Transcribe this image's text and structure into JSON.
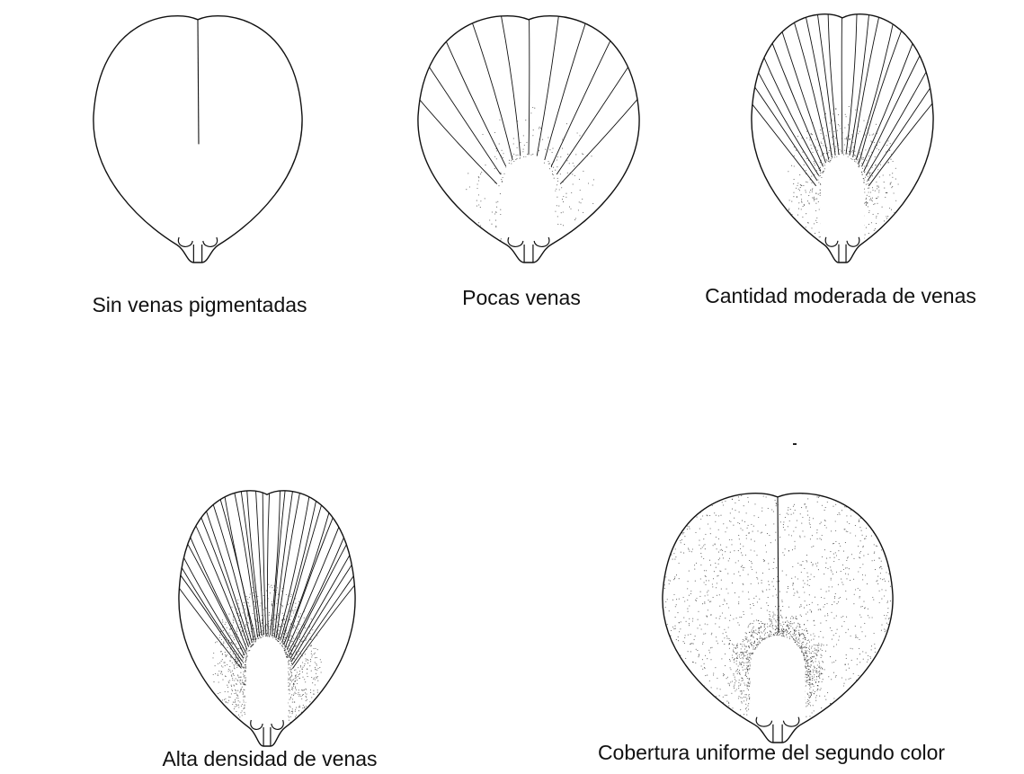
{
  "figure": {
    "panels": [
      {
        "id": "sin-venas",
        "label": "Sin venas pigmentadas",
        "vein_density": 0,
        "shading": 0,
        "midrib": true,
        "window": false
      },
      {
        "id": "pocas-venas",
        "label": "Pocas venas",
        "vein_density": 11,
        "shading": 0.15,
        "midrib": false,
        "window": true
      },
      {
        "id": "moderada",
        "label": "Cantidad moderada de venas",
        "vein_density": 21,
        "shading": 0.35,
        "midrib": false,
        "window": true
      },
      {
        "id": "alta-densidad",
        "label": "Alta densidad de venas",
        "vein_density": 34,
        "shading": 0.85,
        "midrib": false,
        "window": true
      },
      {
        "id": "cobertura",
        "label": "Cobertura uniforme del segundo color",
        "vein_density": 0,
        "shading": 0.6,
        "midrib": true,
        "window": true,
        "uniform_stipple": true
      }
    ]
  },
  "colors": {
    "ink": "#111111",
    "stipple": "#222222",
    "background": "#ffffff"
  }
}
